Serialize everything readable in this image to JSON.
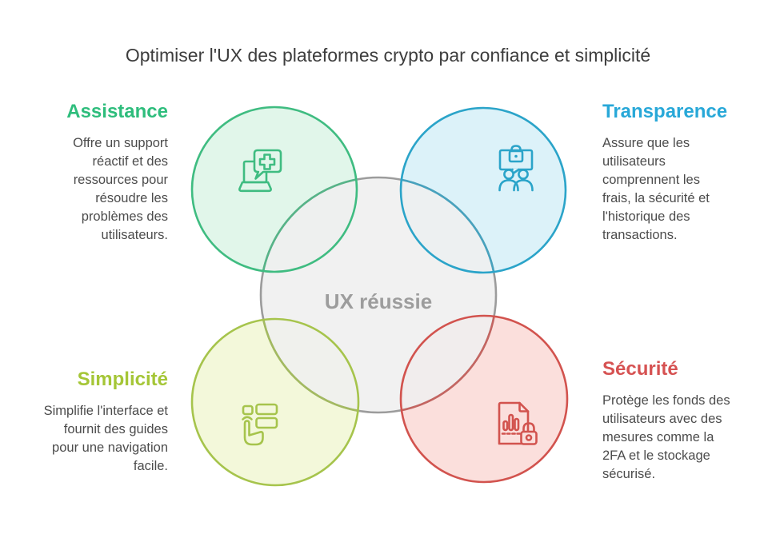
{
  "page": {
    "title": "Optimiser l'UX des plateformes crypto par confiance et simplicité",
    "background": "#ffffff"
  },
  "center": {
    "label": "UX réussie",
    "circle_fill": "#efefef",
    "circle_stroke": "#9c9c9c",
    "text_color": "#9d9d9d"
  },
  "sections": [
    {
      "id": "assistance",
      "title": "Assistance",
      "description": "Offre un support réactif et des ressources pour résoudre les problèmes des utilisateurs.",
      "title_color": "#2ebd7c",
      "circle_stroke": "#3fbc81",
      "circle_fill": "#e1f6ea",
      "icon": "laptop-support-chat-icon"
    },
    {
      "id": "transparence",
      "title": "Transparence",
      "description": "Assure que les utilisateurs comprennent les frais, la sécurité et l'historique des transactions.",
      "title_color": "#28a8d8",
      "circle_stroke": "#2ba4c9",
      "circle_fill": "#dcf2f9",
      "icon": "secure-conversation-users-icon"
    },
    {
      "id": "simplicite",
      "title": "Simplicité",
      "description": "Simplifie l'interface et fournit des guides pour une navigation facile.",
      "title_color": "#a5c637",
      "circle_stroke": "#a6c44c",
      "circle_fill": "#f3f8da",
      "icon": "hand-select-list-icon"
    },
    {
      "id": "securite",
      "title": "Sécurité",
      "description": "Protège les fonds des utilisateurs avec des mesures comme la 2FA et le stockage sécurisé.",
      "title_color": "#d65252",
      "circle_stroke": "#d2534e",
      "circle_fill": "#fbdfdc",
      "icon": "secure-report-document-icon"
    }
  ]
}
